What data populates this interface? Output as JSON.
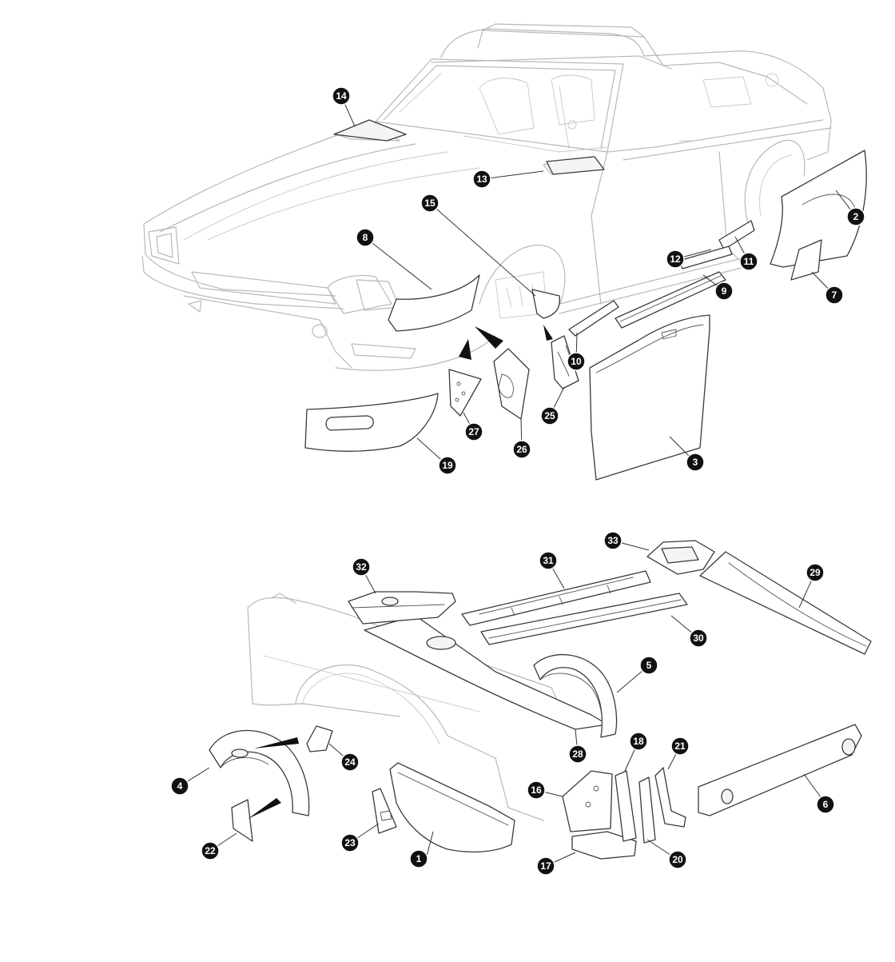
{
  "callouts": [
    {
      "id": "c1",
      "number": "1"
    },
    {
      "id": "c2",
      "number": "2"
    },
    {
      "id": "c3",
      "number": "3"
    },
    {
      "id": "c4",
      "number": "4"
    },
    {
      "id": "c5",
      "number": "5"
    },
    {
      "id": "c6",
      "number": "6"
    },
    {
      "id": "c7",
      "number": "7"
    },
    {
      "id": "c8",
      "number": "8"
    },
    {
      "id": "c9",
      "number": "9"
    },
    {
      "id": "c10",
      "number": "10"
    },
    {
      "id": "c11",
      "number": "11"
    },
    {
      "id": "c12",
      "number": "12"
    },
    {
      "id": "c13",
      "number": "13"
    },
    {
      "id": "c14",
      "number": "14"
    },
    {
      "id": "c15",
      "number": "15"
    },
    {
      "id": "c16",
      "number": "16"
    },
    {
      "id": "c17",
      "number": "17"
    },
    {
      "id": "c18",
      "number": "18"
    },
    {
      "id": "c19",
      "number": "19"
    },
    {
      "id": "c20",
      "number": "20"
    },
    {
      "id": "c21",
      "number": "21"
    },
    {
      "id": "c22",
      "number": "22"
    },
    {
      "id": "c23",
      "number": "23"
    },
    {
      "id": "c24",
      "number": "24"
    },
    {
      "id": "c25",
      "number": "25"
    },
    {
      "id": "c26",
      "number": "26"
    },
    {
      "id": "c27",
      "number": "27"
    },
    {
      "id": "c28",
      "number": "28"
    },
    {
      "id": "c29",
      "number": "29"
    },
    {
      "id": "c30",
      "number": "30"
    },
    {
      "id": "c31",
      "number": "31"
    },
    {
      "id": "c32",
      "number": "32"
    },
    {
      "id": "c33",
      "number": "33"
    }
  ],
  "colors": {
    "outline": "#b8b8b8",
    "part_stroke": "#3a3a3a",
    "callout_fill": "#111111",
    "callout_text": "#ffffff"
  }
}
